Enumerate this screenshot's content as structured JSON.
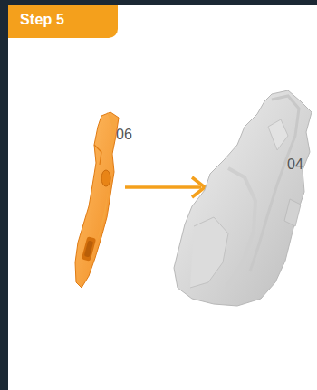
{
  "diagram": {
    "title": "Step 5",
    "labels": [
      "06",
      "04"
    ]
  }
}
